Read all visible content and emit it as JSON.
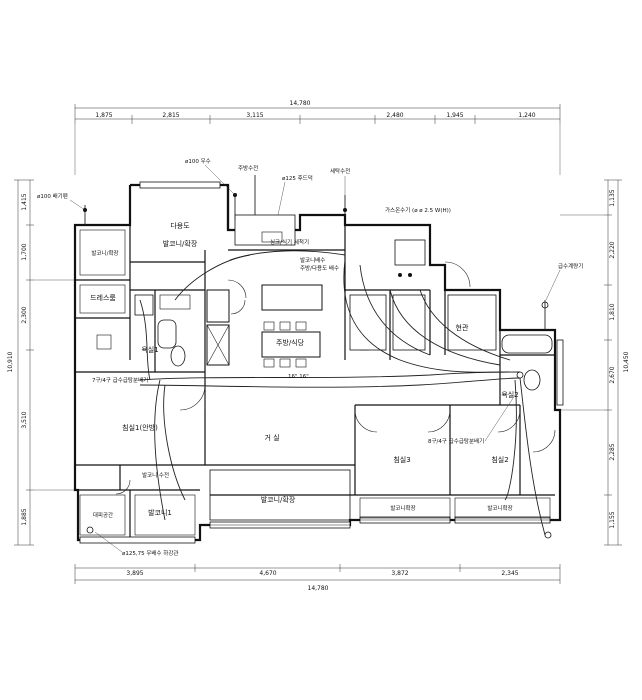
{
  "dimensions": {
    "top_total": "14,780",
    "top_segments": [
      "1,875",
      "2,815",
      "3,115",
      "2,480",
      "1,945",
      "1,240"
    ],
    "bottom_total": "14,780",
    "bottom_segments": [
      "3,895",
      "4,670",
      "3,872",
      "2,345"
    ],
    "left_total": "10,910",
    "left_segments": [
      "1,415",
      "1,700",
      "2,300",
      "3,510",
      "1,885"
    ],
    "right_total": "10,450",
    "right_segments": [
      "1,135",
      "2,220",
      "1,810",
      "2,670",
      "2,285",
      "1,155"
    ]
  },
  "rooms": {
    "utility": "다용도",
    "kitchen_balcony": "발코니/확장",
    "dress_room": "드레스룸",
    "bath1_balcony": "발코니/확장",
    "bath1": "욕실1",
    "kitchen_dining": "주방/식당",
    "living": "거 실",
    "master_bedroom": "침실1(안방)",
    "bedroom3": "침실3",
    "bedroom2": "침실2",
    "entrance": "현관",
    "bath2": "욕실2",
    "living_balcony": "발코니/확장",
    "balcony1": "발코니1",
    "ac_space": "대피공간",
    "balcony_bed3": "발코니확장",
    "balcony_bed2": "발코니확장"
  },
  "notes": {
    "drain100": "ø100 우수",
    "kitchen_faucet": "주방수전",
    "dust125": "ø125 후드덕",
    "washer_faucet": "세탁수전",
    "gas_heater": "가스온수기 (ø ø 2.5 W(H))",
    "vent100": "ø100 배기팬",
    "balcony_drain": "발코니배수",
    "heater_valve": "급수계량기",
    "distributor_left": "7구/4구 급수급탕분배기",
    "distributor_right": "8구/4구 급수급탕분배기",
    "balcony_faucet": "발코니 수전",
    "bottom_drain": "ø125,75 우배수 하강관",
    "kitchen_marker": "16\"\n16\"",
    "sink_note": "싱크/식기 세척기",
    "kitchen_drain": "주방/다용도 배수"
  }
}
